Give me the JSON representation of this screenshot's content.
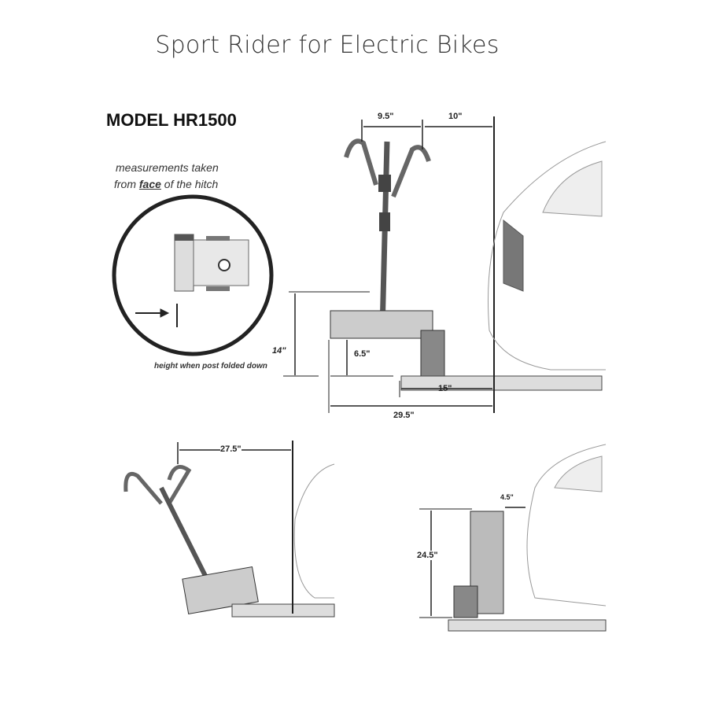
{
  "title": "Sport Rider for Electric Bikes",
  "model": "MODEL HR1500",
  "note": {
    "line1": "measurements taken",
    "line2_pre": "from ",
    "line2_em": "face",
    "line2_post": " of the hitch"
  },
  "folded_note": "height when post folded down",
  "dimensions": {
    "arm_spacing": "9.5\"",
    "arm_to_vehicle": "10\"",
    "folded_height": "14\"",
    "ground_clearance": "6.5\"",
    "hitch_length": "15\"",
    "total_length": "29.5\"",
    "tilted_length": "27.5\"",
    "stowed_gap": "4.5\"",
    "stowed_height": "24.5\""
  }
}
